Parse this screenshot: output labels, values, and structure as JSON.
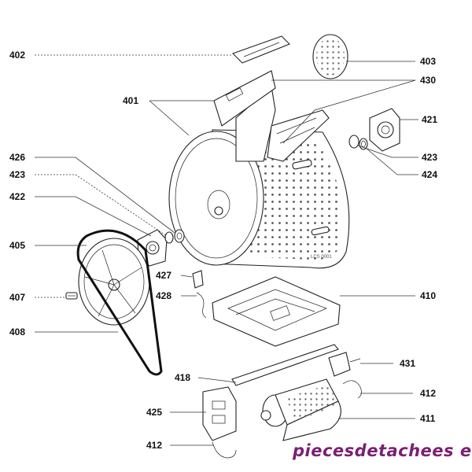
{
  "callouts": {
    "c402": "402",
    "c403": "403",
    "c430": "430",
    "c401": "401",
    "c421": "421",
    "c426": "426",
    "c423a": "423",
    "c423b": "423",
    "c424": "424",
    "c422": "422",
    "c405": "405",
    "c427": "427",
    "c428": "428",
    "c407": "407",
    "c410": "410",
    "c408": "408",
    "c431": "431",
    "c418": "418",
    "c412a": "412",
    "c425": "425",
    "c411": "411",
    "c412b": "412"
  },
  "watermark": "piecesdetachees elec.com",
  "drum_stamp": "LCS 0001"
}
